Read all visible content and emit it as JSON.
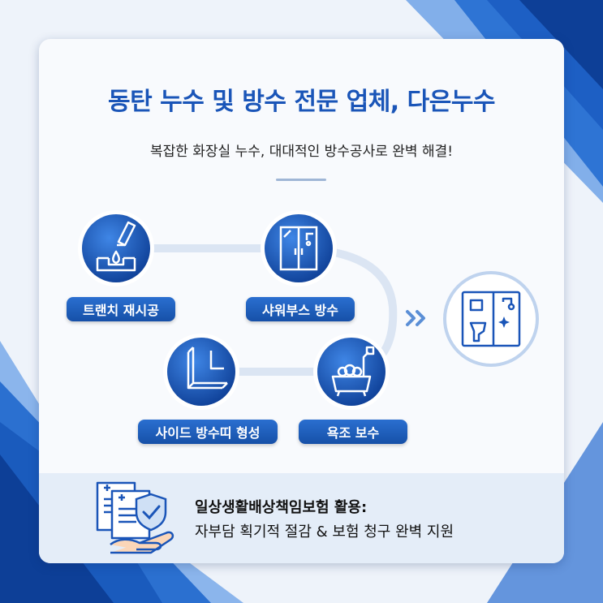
{
  "title": "동탄 누수 및 방수 전문 업체, 다은누수",
  "subtitle": "복잡한 화장실 누수, 대대적인 방수공사로 완벽 해결!",
  "services": [
    {
      "label": "트랜치 재시공",
      "icon": "trench-waterproof-icon"
    },
    {
      "label": "샤워부스 방수",
      "icon": "shower-booth-icon"
    },
    {
      "label": "사이드 방수띠 형성",
      "icon": "corner-waterproof-strip-icon"
    },
    {
      "label": "욕조 보수",
      "icon": "bathtub-icon"
    }
  ],
  "arrow": "»",
  "result_icon": "clean-bathroom-icon",
  "insurance": {
    "line1": "일상생활배상책임보험 활용:",
    "line2": "자부담 획기적 절감 & 보험 청구 완벽 지원",
    "icon": "insurance-document-shield-icon"
  },
  "colors": {
    "primary": "#1a55b8",
    "dark_blue": "#0d3f8f",
    "light_panel": "#e4edf8",
    "background": "#eef3fa"
  }
}
